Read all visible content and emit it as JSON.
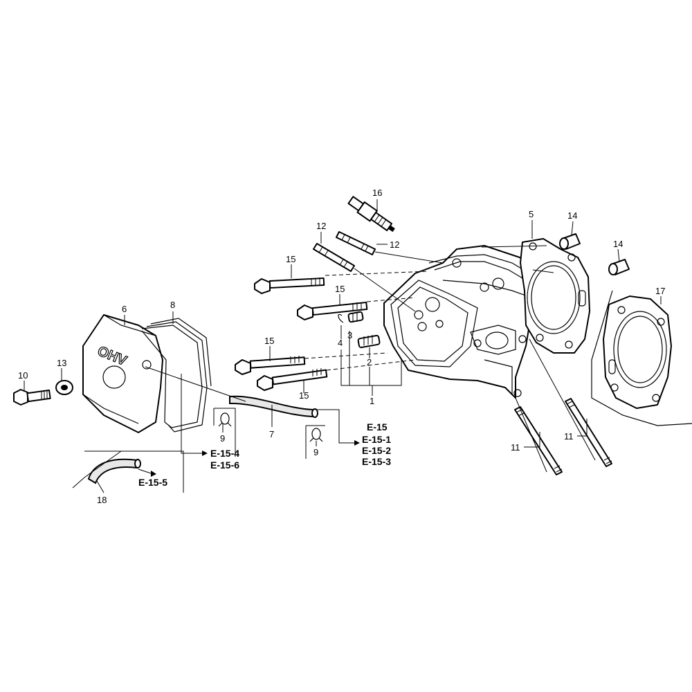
{
  "callouts": {
    "c1": "1",
    "c2": "2",
    "c3": "3",
    "c4": "4",
    "c5": "5",
    "c6": "6",
    "c7": "7",
    "c8": "8",
    "c9a": "9",
    "c9b": "9",
    "c10": "10",
    "c11a": "11",
    "c11b": "11",
    "c12a": "12",
    "c12b": "12",
    "c13": "13",
    "c14a": "14",
    "c14b": "14",
    "c15a": "15",
    "c15b": "15",
    "c15c": "15",
    "c15d": "15",
    "c16": "16",
    "c17": "17",
    "c18": "18"
  },
  "references": {
    "group_right": [
      "E-15",
      "E-15-1",
      "E-15-2",
      "E-15-3"
    ],
    "group_left": [
      "E-15-4",
      "E-15-6"
    ],
    "breather": "E-15-5"
  },
  "logo_text": "OHV",
  "colors": {
    "line": "#000000",
    "background": "#ffffff",
    "hose_fill": "#e8e8e8"
  }
}
